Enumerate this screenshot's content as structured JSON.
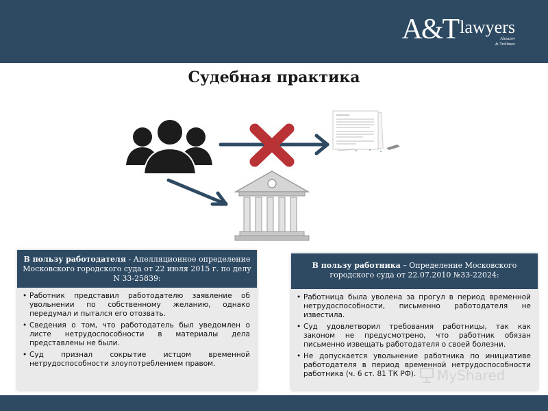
{
  "header": {
    "logo": {
      "main": "A&T",
      "word": "lawyers",
      "names": [
        "Almazov",
        "& Trofimov"
      ]
    }
  },
  "title": "Судебная практика",
  "left_card": {
    "head_bold": "В пользу работодателя",
    "head_rest": " - Апелляционное определение Московского городского суда от 22 июля 2015 г. по делу N 33-25839:",
    "items": [
      "Работник представил работодателю заявление об увольнении по собственному желанию, однако передумал и пытался его отозвать.",
      "Сведения о том, что работодатель был уведомлен о листе нетрудоспособности в материалы дела представлены не были.",
      "Суд признал сокрытие истцом временной нетрудоспособности злоупотреблением правом."
    ]
  },
  "right_card": {
    "head_bold": "В пользу работника",
    "head_rest": " – Определение Московского городского суда от 22.07.2010 №33-22024:",
    "items": [
      "Работница была уволена за прогул в период временной нетрудоспособности, письменно работодателя не известила.",
      "Суд удовлетворил требования работницы, так как законом не предусмотрено, что работник обязан письменно извещать работодателя о своей болезни.",
      "Не допускается увольнение работника по инициативе работодателя в период временной нетрудоспособности работника (ч. 6 ст. 81 ТК РФ)."
    ]
  },
  "watermark": {
    "text": "MyShared",
    "color": "#b9b9b9"
  },
  "colors": {
    "bar": "#2e4a63",
    "arrow": "#2e4a63",
    "cross": "#b83236",
    "people": "#1c1c1c"
  },
  "icons": [
    "people-group-icon",
    "cross-icon",
    "document-icon",
    "courthouse-icon",
    "arrow-right-icon",
    "arrow-diagonal-icon"
  ]
}
